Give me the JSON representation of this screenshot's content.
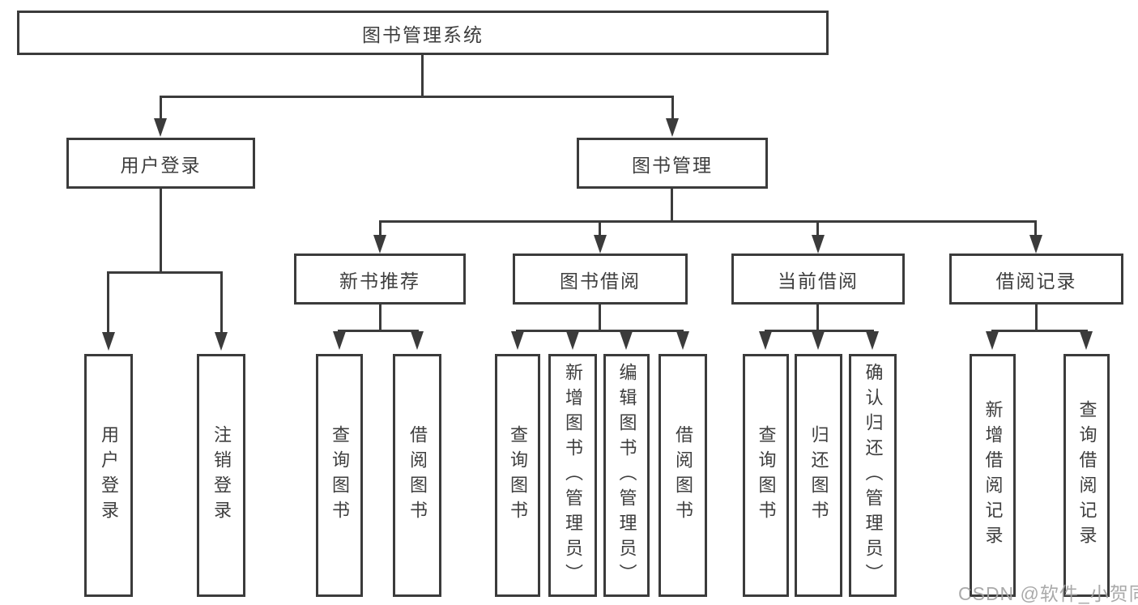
{
  "diagram": {
    "root": {
      "label": "图书管理系统"
    },
    "level1": [
      {
        "label": "用户登录"
      },
      {
        "label": "图书管理"
      }
    ],
    "level2": [
      {
        "label": "新书推荐"
      },
      {
        "label": "图书借阅"
      },
      {
        "label": "当前借阅"
      },
      {
        "label": "借阅记录"
      }
    ],
    "leaves": [
      {
        "label": "用户登录"
      },
      {
        "label": "注销登录"
      },
      {
        "label": "查询图书"
      },
      {
        "label": "借阅图书"
      },
      {
        "label": "查询图书"
      },
      {
        "label": "新增图书（管理员）"
      },
      {
        "label": "编辑图书（管理员）"
      },
      {
        "label": "借阅图书"
      },
      {
        "label": "查询图书"
      },
      {
        "label": "归还图书"
      },
      {
        "label": "确认归还（管理员）"
      },
      {
        "label": "新增借阅记录"
      },
      {
        "label": "查询借阅记录"
      }
    ]
  },
  "watermark": {
    "text": "CSDN @软件_小贺同学"
  },
  "colors": {
    "line": "#3b3b3b",
    "text": "#3e3e3e",
    "background": "#ffffff",
    "watermark": "#a3a3a3"
  }
}
